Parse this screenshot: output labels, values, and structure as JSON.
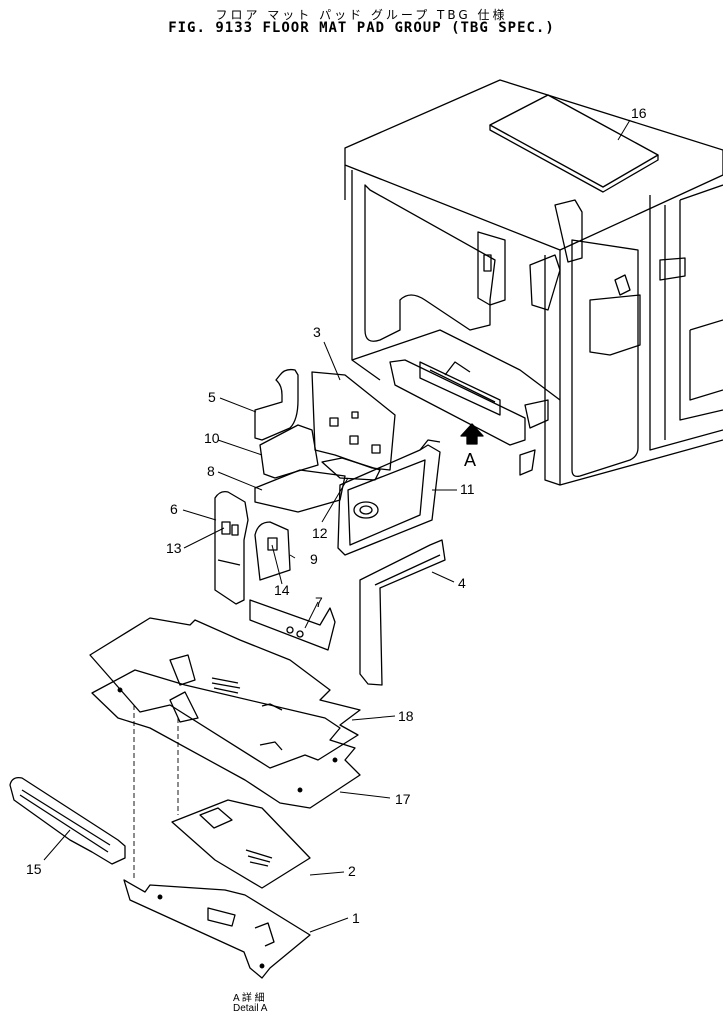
{
  "title_jp": "フロア マット パッド グループ  TBG 仕様",
  "title_en": "FIG. 9133  FLOOR MAT PAD GROUP (TBG SPEC.)",
  "view_label": "A",
  "detail_jp": "A 詳 細",
  "detail_en": "Detail A",
  "callouts": [
    "1",
    "2",
    "3",
    "4",
    "5",
    "6",
    "7",
    "8",
    "9",
    "10",
    "11",
    "12",
    "13",
    "14",
    "15",
    "16",
    "17",
    "18"
  ]
}
